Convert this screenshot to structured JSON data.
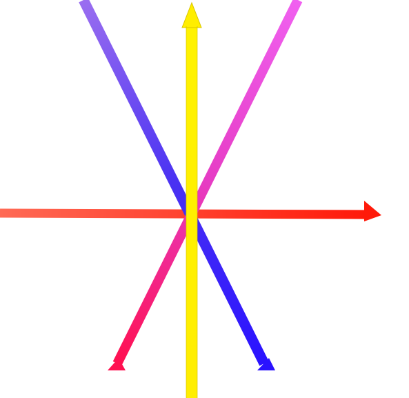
{
  "diagram": {
    "background": "#ffffff",
    "strokes": [
      {
        "name": "horizontal-arrow",
        "direction": "left-to-right",
        "colors": [
          "#ff6a55",
          "#ff1a0a"
        ],
        "arrowhead": "right"
      },
      {
        "name": "blue-diagonal-stroke",
        "direction": "top-left-to-bottom-right",
        "colors": [
          "#9a6ef0",
          "#4a32f2",
          "#2a12ff"
        ],
        "arrowhead": "bottom"
      },
      {
        "name": "pink-diagonal-stroke",
        "direction": "top-right-to-bottom-left",
        "colors": [
          "#f060f0",
          "#e63cc4",
          "#ff1050"
        ],
        "arrowhead": "bottom"
      },
      {
        "name": "vertical-arrow",
        "direction": "bottom-to-top",
        "colors": [
          "#ffee00",
          "#fff200"
        ],
        "outline": "#d8c400",
        "arrowhead": "top"
      }
    ]
  }
}
